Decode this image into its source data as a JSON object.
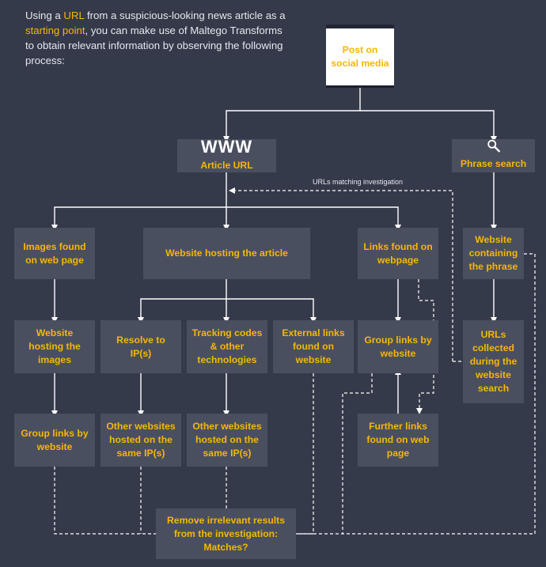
{
  "intro": {
    "p1": "Using a ",
    "url": "URL",
    "p2": " from a suspicious-looking news article as a ",
    "start": "starting point",
    "p3": ", you can make use of Maltego Transforms to obtain relevant information by observing the following process:"
  },
  "colors": {
    "background": "#353a4a",
    "box": "#4a4f60",
    "accent": "#f5b800",
    "line": "#ffffff"
  },
  "nodes": {
    "post": "Post on social media",
    "www": "WWW",
    "article_url": "Article URL",
    "phrase_search": "Phrase search",
    "images_found": "Images found on web page",
    "website_hosting_article": "Website hosting the article",
    "links_found": "Links found on webpage",
    "website_containing": "Website containing the phrase",
    "website_hosting_images": "Website hosting the images",
    "resolve_ip": "Resolve to IP(s)",
    "tracking_codes": "Tracking codes & other technologies",
    "external_links": "External links found on website",
    "group_links_right": "Group links by website",
    "urls_collected": "URLs collected during the website search",
    "group_links_left": "Group links by website",
    "other_sites_ip": "Other websites hosted on the same IP(s)",
    "other_sites_tracking": "Other websites hosted on the same IP(s)",
    "further_links": "Further links found on web page",
    "remove_irrelevant": "Remove irrelevant results from the investigation: Matches?"
  },
  "annotations": {
    "urls_matching": "URLs matching investigation"
  },
  "icons": {
    "phrase_search": "magnifier-icon"
  }
}
